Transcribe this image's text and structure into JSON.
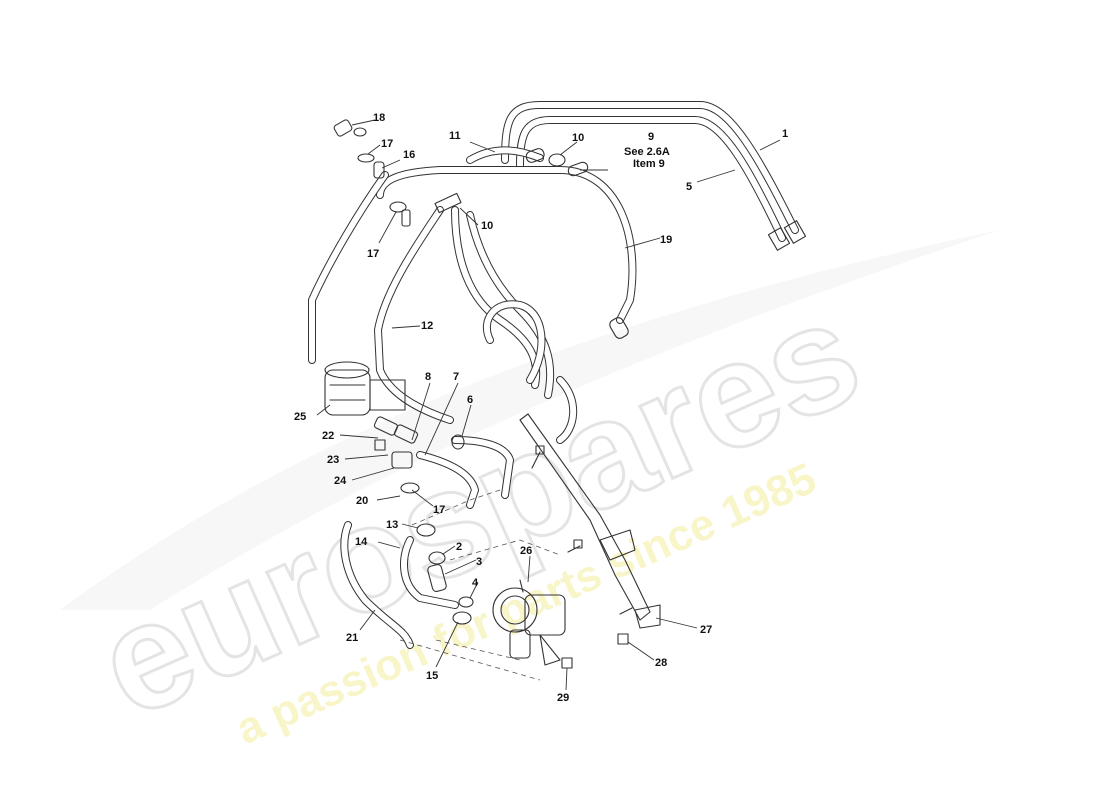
{
  "watermark": {
    "brand": "eurospares",
    "tagline": "a passion for parts since 1985",
    "brand_color": "#e6e6e6",
    "tagline_color": "#f4f1a0"
  },
  "diagram": {
    "callouts": [
      {
        "id": "1",
        "label": "1"
      },
      {
        "id": "2",
        "label": "2"
      },
      {
        "id": "3",
        "label": "3"
      },
      {
        "id": "4",
        "label": "4"
      },
      {
        "id": "5",
        "label": "5"
      },
      {
        "id": "6",
        "label": "6"
      },
      {
        "id": "7",
        "label": "7"
      },
      {
        "id": "8",
        "label": "8"
      },
      {
        "id": "9",
        "label": "9"
      },
      {
        "id": "10a",
        "label": "10"
      },
      {
        "id": "10b",
        "label": "10"
      },
      {
        "id": "11",
        "label": "11"
      },
      {
        "id": "12",
        "label": "12"
      },
      {
        "id": "13",
        "label": "13"
      },
      {
        "id": "14",
        "label": "14"
      },
      {
        "id": "15",
        "label": "15"
      },
      {
        "id": "16",
        "label": "16"
      },
      {
        "id": "17a",
        "label": "17"
      },
      {
        "id": "17b",
        "label": "17"
      },
      {
        "id": "17c",
        "label": "17"
      },
      {
        "id": "18",
        "label": "18"
      },
      {
        "id": "19",
        "label": "19"
      },
      {
        "id": "20",
        "label": "20"
      },
      {
        "id": "21",
        "label": "21"
      },
      {
        "id": "22",
        "label": "22"
      },
      {
        "id": "23",
        "label": "23"
      },
      {
        "id": "24",
        "label": "24"
      },
      {
        "id": "25",
        "label": "25"
      },
      {
        "id": "26",
        "label": "26"
      },
      {
        "id": "27",
        "label": "27"
      },
      {
        "id": "28",
        "label": "28"
      },
      {
        "id": "29",
        "label": "29"
      }
    ],
    "note": {
      "line1": "See  2.6A",
      "line2": "Item  9"
    }
  }
}
